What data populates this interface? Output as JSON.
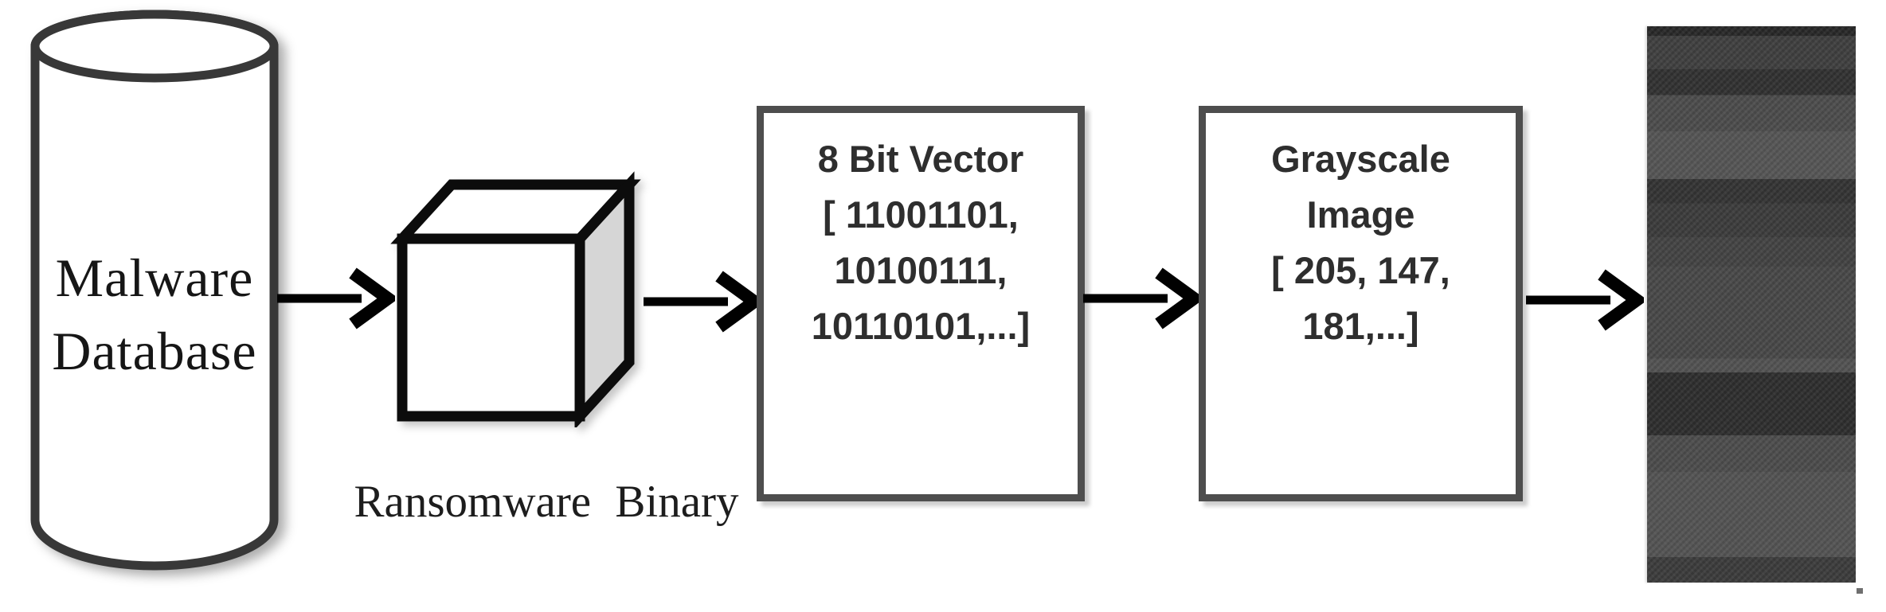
{
  "diagram": {
    "database": {
      "line1": "Malware",
      "line2": "Database"
    },
    "binary_label": "Ransomware Binary",
    "vector_box": {
      "line1": "8 Bit Vector",
      "line2": "[ 11001101,",
      "line3": "10100111,",
      "line4": "10110101,...]"
    },
    "grayscale_box": {
      "line1": "Grayscale",
      "line2": "Image",
      "line3": "[ 205, 147,",
      "line4": "181,...]"
    },
    "caption_dot": ".",
    "flow_sequence": [
      "Malware Database",
      "Ransomware Binary",
      "8 Bit Vector",
      "Grayscale Image"
    ]
  },
  "colors": {
    "background": "#ffffff",
    "cylinder_stroke": "#383838",
    "cube_stroke": "#0c0c0c",
    "cube_side_fill": "#d6d6d6",
    "box_border": "#4e4e4e",
    "box_text": "#2e2e2e",
    "serif_text": "#161616",
    "arrow": "#010101"
  },
  "image_preview": {
    "description_bands_top_to_bottom": "horizontal gray stripes of a malware grayscale image",
    "bands": [
      {
        "color": "#262626",
        "to": 1.7
      },
      {
        "color": "#3d3d3d",
        "to": 7.7
      },
      {
        "color": "#2f2f2f",
        "to": 12.4
      },
      {
        "color": "#4a4a4a",
        "to": 18.9
      },
      {
        "color": "#535353",
        "to": 27.5
      },
      {
        "color": "#323232",
        "to": 31.8
      },
      {
        "color": "#3a3a3a",
        "to": 37.9
      },
      {
        "color": "#414141",
        "to": 43.2
      },
      {
        "color": "#464646",
        "to": 59.7
      },
      {
        "color": "#505050",
        "to": 62.2
      },
      {
        "color": "#2c2c2c",
        "to": 73.5
      },
      {
        "color": "#4a4a4a",
        "to": 80.1
      },
      {
        "color": "#515151",
        "to": 95.4
      },
      {
        "color": "#3a3a3a",
        "to": 100
      }
    ]
  }
}
